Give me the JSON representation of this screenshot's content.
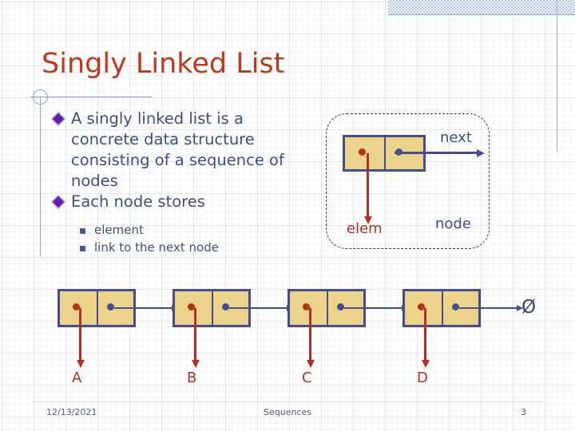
{
  "slide": {
    "title": "Singly Linked List",
    "bullets": [
      {
        "text": "A singly linked list is a concrete data structure consisting of a sequence of nodes"
      },
      {
        "text": "Each node stores"
      }
    ],
    "sub_bullets": [
      {
        "text": "element"
      },
      {
        "text": "link to the next node"
      }
    ]
  },
  "node_diagram": {
    "label_next": "next",
    "label_node": "node",
    "label_elem": "elem"
  },
  "chain": {
    "node_labels": [
      "A",
      "B",
      "C",
      "D"
    ],
    "null_symbol": "Ø"
  },
  "footer": {
    "date": "12/13/2021",
    "subject": "Sequences",
    "page": "3"
  },
  "colors": {
    "title": "#c0391b",
    "body_text": "#424f7c",
    "node_fill": "#ebd48a",
    "node_border": "#464d8c",
    "elem_arrow": "#b4301a",
    "next_arrow": "#464d8c",
    "bullet_diamond": "#5b1fa8"
  }
}
